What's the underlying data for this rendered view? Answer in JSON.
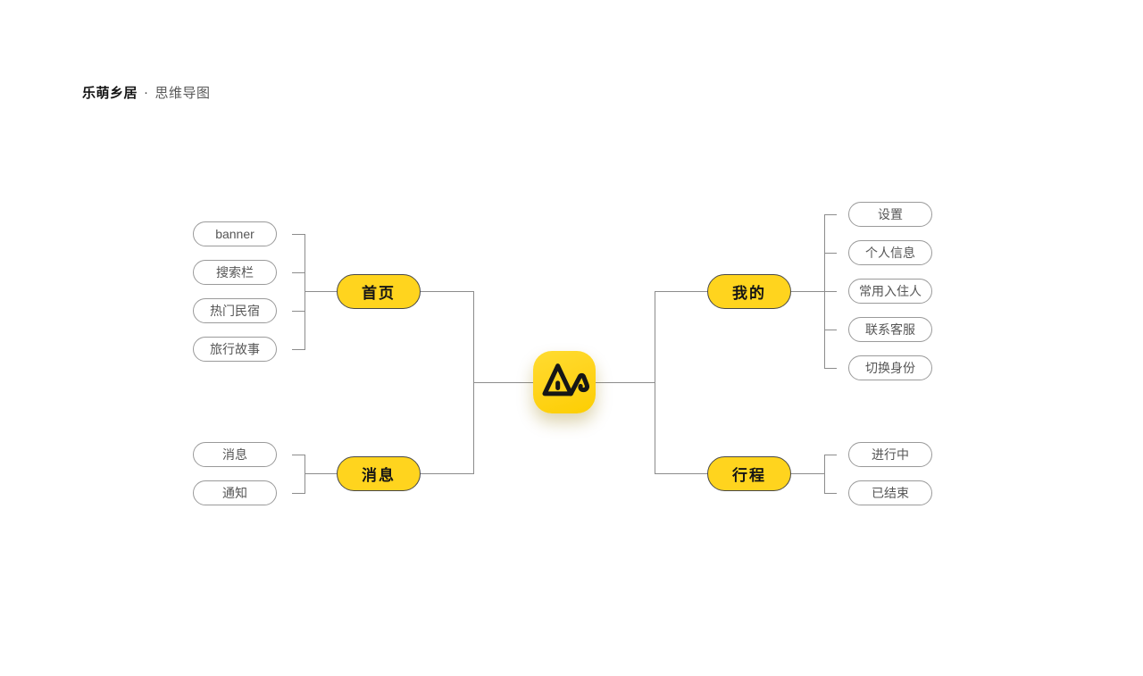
{
  "header": {
    "brand": "乐萌乡居",
    "separator": "·",
    "subtitle": "思维导图"
  },
  "colors": {
    "accent_yellow": "#ffd41e",
    "connector_gray": "#8c8c8c",
    "child_border_gray": "#9a9a9a",
    "parent_border_dark": "#474747",
    "child_text_gray": "#565656",
    "parent_text_dark": "#151515",
    "logo_black": "#161616",
    "background": "#ffffff"
  },
  "center": {
    "icon": "app-logo-triangle-icon"
  },
  "branches": {
    "left": [
      {
        "label": "首页",
        "children": [
          "banner",
          "搜索栏",
          "热门民宿",
          "旅行故事"
        ]
      },
      {
        "label": "消息",
        "children": [
          "消息",
          "通知"
        ]
      }
    ],
    "right": [
      {
        "label": "我的",
        "children": [
          "设置",
          "个人信息",
          "常用入住人",
          "联系客服",
          "切换身份"
        ]
      },
      {
        "label": "行程",
        "children": [
          "进行中",
          "已结束"
        ]
      }
    ]
  }
}
